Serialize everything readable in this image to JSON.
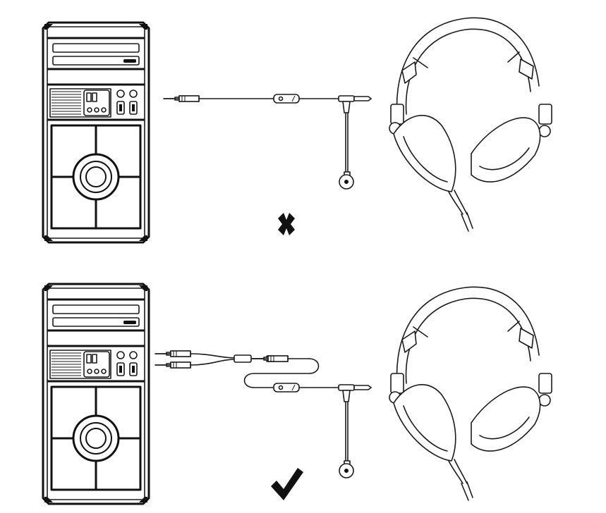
{
  "scenarios": [
    {
      "id": "incorrect",
      "connection": "single-plug-direct",
      "status_icon": "cross-icon",
      "status_color": "#111111"
    },
    {
      "id": "correct",
      "connection": "dual-plug-splitter-adapter",
      "status_icon": "checkmark-icon",
      "status_color": "#111111"
    }
  ],
  "components": [
    "computer-tower-icon",
    "audio-cable-with-inline-control",
    "detachable-boom-microphone",
    "headphones-icon",
    "y-splitter-adapter"
  ]
}
